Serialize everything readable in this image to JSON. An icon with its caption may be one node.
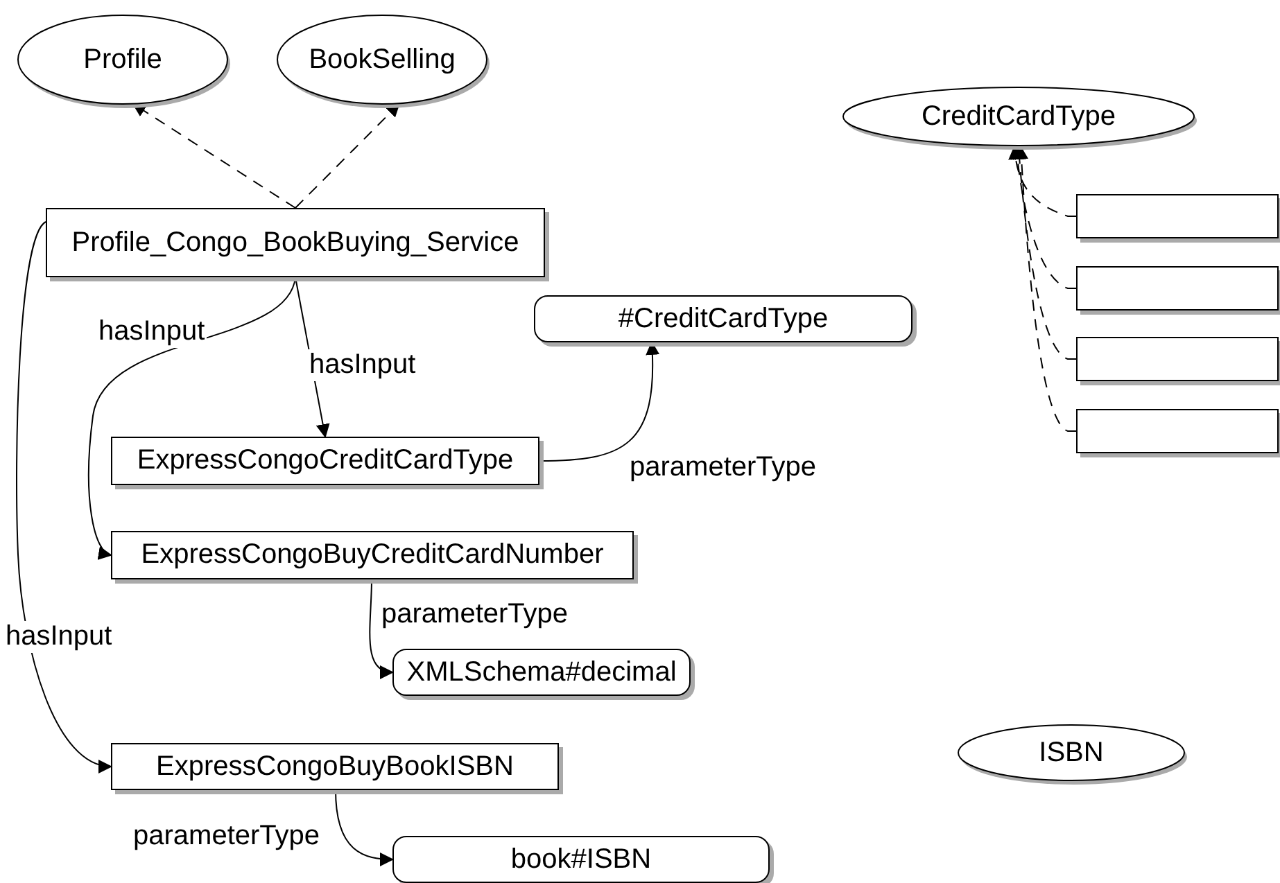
{
  "diagram": {
    "nodes": [
      {
        "text": [
          "Profile"
        ]
      },
      {
        "text": [
          "BookSelling"
        ]
      },
      {
        "text": [
          "Profile_Congo_BookBuying_Service"
        ]
      },
      {
        "text": [
          "#CreditCardType"
        ]
      },
      {
        "text": [
          "ExpressCongoCreditCardType"
        ]
      },
      {
        "text": [
          "ExpressCongoBuyCreditCardNumber"
        ]
      },
      {
        "text": [
          "XMLSchema#decimal"
        ]
      },
      {
        "text": [
          "ExpressCongoBuyBookISBN"
        ]
      },
      {
        "text": [
          "book#ISBN"
        ]
      },
      {
        "text": [
          "CreditCardType"
        ]
      },
      {
        "text": [],
        "shape": "box"
      },
      {
        "text": [],
        "shape": "box"
      },
      {
        "text": [],
        "shape": "box"
      },
      {
        "text": [],
        "shape": "box"
      },
      {
        "text": [
          "ISBN"
        ]
      }
    ],
    "edges": [
      {
        "from": 2,
        "to": 0,
        "arrow": "to",
        "style": "dashed"
      },
      {
        "from": 2,
        "to": 1,
        "arrow": "to",
        "style": "dashed"
      },
      {
        "from": 2,
        "to": 4,
        "arrow": "to",
        "label": "hasInput"
      },
      {
        "from": 2,
        "to": 5,
        "arrow": "to",
        "label": "hasInput"
      },
      {
        "from": 2,
        "to": 7,
        "arrow": "to",
        "label": "hasInput"
      },
      {
        "from": 4,
        "to": 3,
        "arrow": "to",
        "label": "parameterType"
      },
      {
        "from": 5,
        "to": 6,
        "arrow": "to",
        "label": "parameterType"
      },
      {
        "from": 7,
        "to": 8,
        "arrow": "to",
        "label": "parameterType"
      },
      {
        "from": 10,
        "to": 9,
        "arrow": "to",
        "style": "dashed"
      },
      {
        "from": 11,
        "to": 9,
        "arrow": "to",
        "style": "dashed"
      },
      {
        "from": 12,
        "to": 9,
        "arrow": "to",
        "style": "dashed"
      },
      {
        "from": 13,
        "to": 9,
        "arrow": "to",
        "style": "dashed"
      }
    ]
  }
}
